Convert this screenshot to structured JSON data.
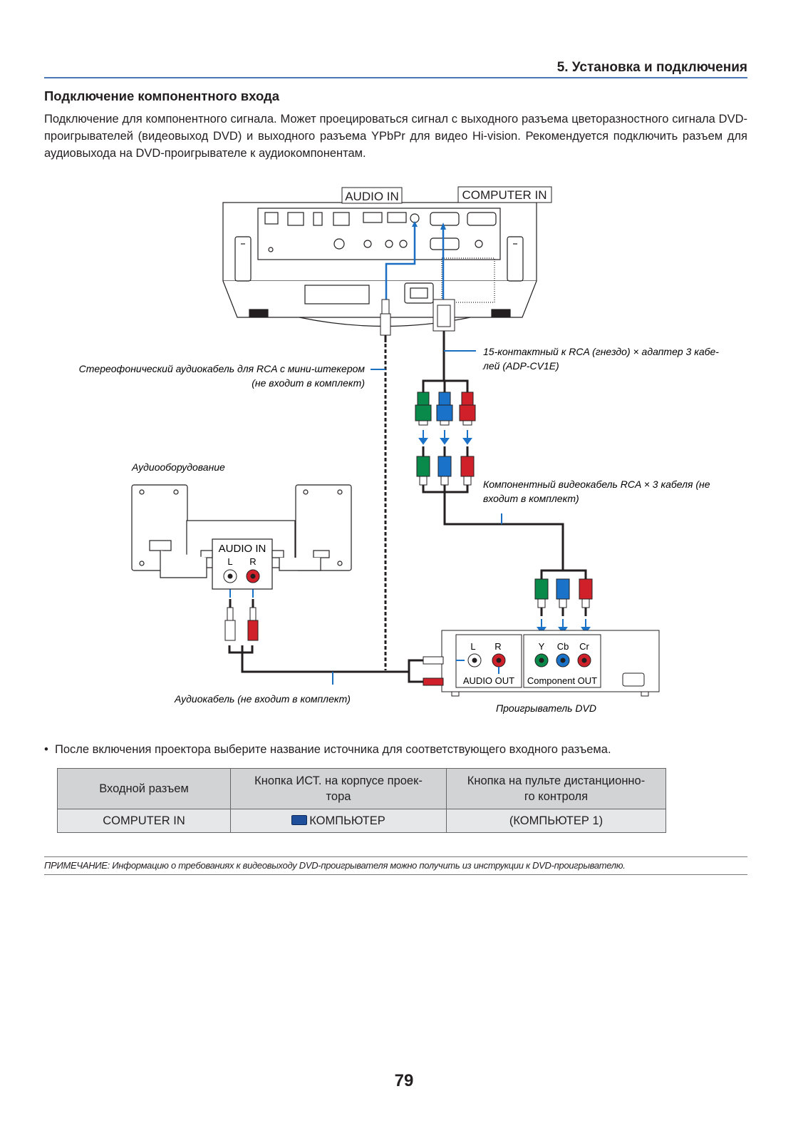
{
  "header": {
    "chapter_title": "5. Установка и подключения"
  },
  "section": {
    "heading": "Подключение компонентного входа",
    "intro": "Подключение для компонентного сигнала. Может проецироваться сигнал с выходного разъема цветоразностного сигнала DVD-проигрывателей (видеовыход DVD) и выходного разъема YPbPr для видео Hi-vision. Рекомендуется подключить разъем для аудиовыхода на DVD-проигрывателе к аудиокомпонентам."
  },
  "diagram": {
    "projector_labels": {
      "audio_in": "AUDIO IN",
      "computer_in": "COMPUTER IN"
    },
    "captions": {
      "stereo_cable": "Стереофонический аудиокабель для RCA с мини-штекером",
      "stereo_cable_note": "(не входит в комплект)",
      "adapter_line1": "15-контактный к RCA (гнездо) × адаптер 3 кабе-",
      "adapter_line2": "лей (ADP-CV1E)",
      "audio_equipment": "Аудиооборудование",
      "component_cable_line1": "Компонентный видеокабель RCA × 3 кабеля (не",
      "component_cable_line2": "входит в комплект)",
      "audio_cable": "Аудиокабель (не входит в комплект)",
      "dvd_player": "Проигрыватель DVD"
    },
    "speaker_labels": {
      "audio_in": "AUDIO IN",
      "left": "L",
      "right": "R"
    },
    "dvd_labels": {
      "left": "L",
      "right": "R",
      "y": "Y",
      "cb": "Cb",
      "cr": "Cr",
      "audio_out": "AUDIO OUT",
      "component_out": "Component OUT"
    },
    "colors": {
      "blue_line": "#1a6fc0",
      "green": "#0a8a4a",
      "cable_blue": "#1a73c8",
      "red": "#d0202a"
    }
  },
  "bullet_text": "После включения проектора выберите название источника для соответствующего входного разъема.",
  "table": {
    "headers": [
      "Входной разъем",
      "Кнопка ИСТ. на корпусе проек-тора",
      "Кнопка на пульте дистанционно-го контроля"
    ],
    "header_lines": [
      [
        "Входной разъем"
      ],
      [
        "Кнопка ИСТ. на корпусе проек-",
        "тора"
      ],
      [
        "Кнопка на пульте дистанционно-",
        "го контроля"
      ]
    ],
    "row": {
      "connector": "COMPUTER IN",
      "icon": "vga-connector-icon",
      "body_button": "КОМПЬЮТЕР",
      "remote_button": "(КОМПЬЮТЕР 1)"
    }
  },
  "note": "ПРИМЕЧАНИЕ: Информацию о требованиях к видеовыходу DVD-проигрывателя можно получить из инструкции к DVD-проигрывателю.",
  "page_number": "79"
}
